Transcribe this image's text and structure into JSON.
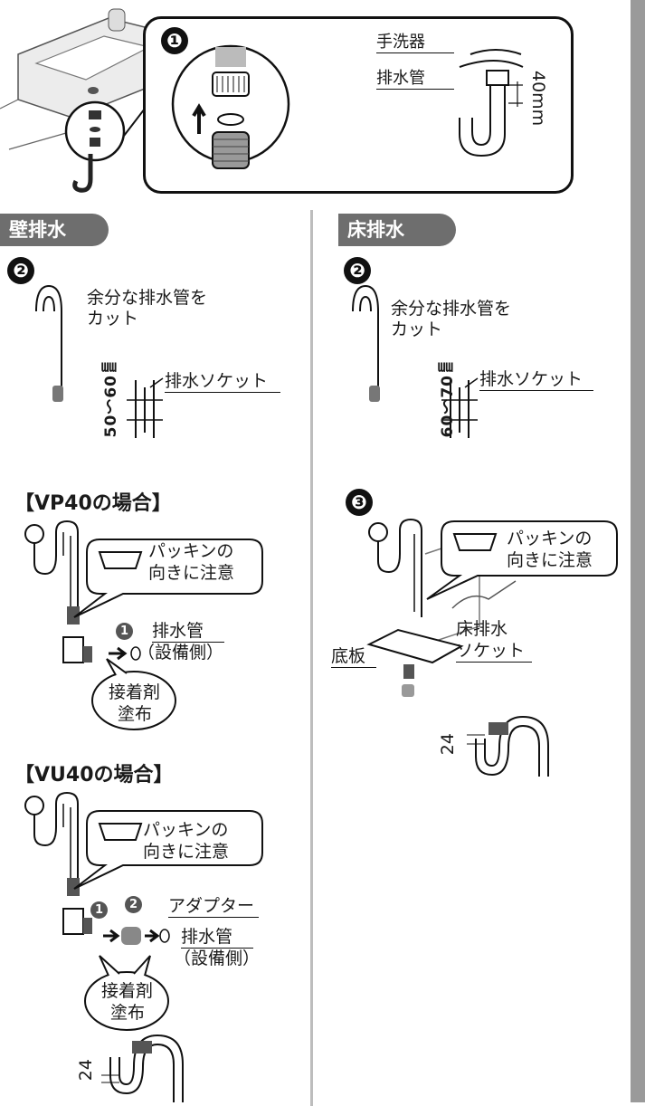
{
  "top": {
    "step1": "❶",
    "sink_label": "手洗器",
    "drain_pipe_label": "排水管",
    "dimension": "40mm"
  },
  "left": {
    "tag": "壁排水",
    "step2": "❷",
    "cut_label_line1": "余分な排水管を",
    "cut_label_line2": "カット",
    "socket_label": "排水ソケット",
    "dimension": "50～60㎜",
    "vp40_heading": "【VP40の場合】",
    "vp40_callout_line1": "パッキンの",
    "vp40_callout_line2": "向きに注意",
    "vp40_num1": "1",
    "vp40_pipe_line1": "排水管",
    "vp40_pipe_line2": "（設備側）",
    "vp40_glue_line1": "接着剤",
    "vp40_glue_line2": "塗布",
    "vu40_heading": "【VU40の場合】",
    "vu40_callout_line1": "パッキンの",
    "vu40_callout_line2": "向きに注意",
    "vu40_num1": "1",
    "vu40_num2": "2",
    "adapter_label": "アダプター",
    "vu40_pipe_line1": "排水管",
    "vu40_pipe_line2": "（設備側）",
    "vu40_glue_line1": "接着剤",
    "vu40_glue_line2": "塗布",
    "trap_dim": "24"
  },
  "right": {
    "tag": "床排水",
    "step2": "❷",
    "cut_label_line1": "余分な排水管を",
    "cut_label_line2": "カット",
    "socket_label": "排水ソケット",
    "dimension": "60～70㎜",
    "step3": "❸",
    "callout_line1": "パッキンの",
    "callout_line2": "向きに注意",
    "floor_socket_line1": "床排水",
    "floor_socket_line2": "ソケット",
    "base_plate_label": "底板",
    "trap_dim": "24"
  }
}
